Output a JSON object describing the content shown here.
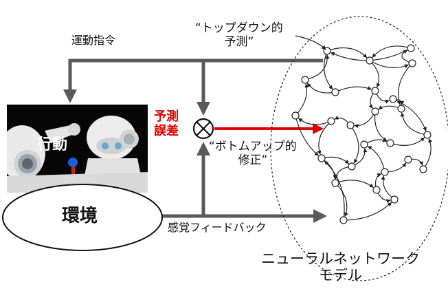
{
  "labels": {
    "motor_command": "運動指令",
    "top_down_prediction": "“トップダウン的\n予測”",
    "prediction_error": "予測\n誤差",
    "bottom_up_correction": "“ボトムアップ的\n修正”",
    "action": "行動",
    "environment": "環境",
    "sensory_feedback": "感覚フィードバック",
    "neural_network_model": "ニューラルネットワーク\nモデル"
  },
  "colors": {
    "arrow_gray": "#5a5a5a",
    "error_red": "#e00000",
    "text": "#111111",
    "network_edge": "#222222"
  },
  "icons": {
    "comparator": "circled-times-icon",
    "robot": "humanoid-robot-image"
  }
}
